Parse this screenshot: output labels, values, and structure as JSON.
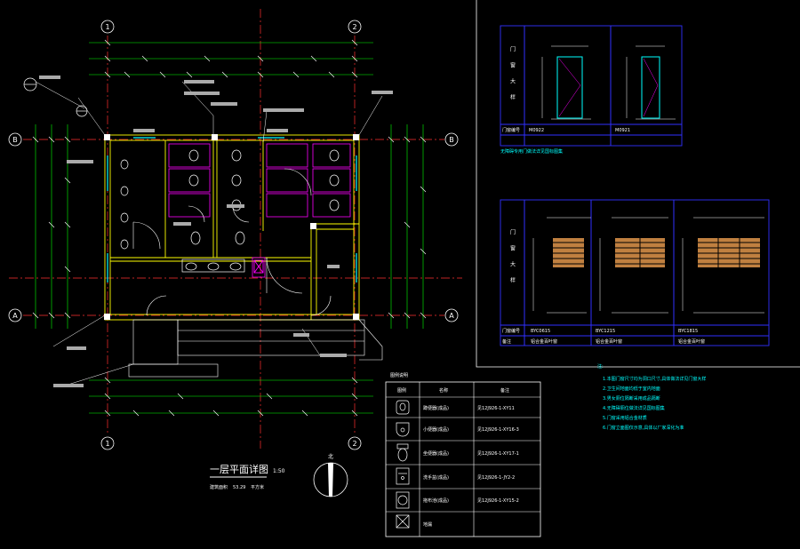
{
  "colors": {
    "background": "#000000",
    "wall": "#ffff00",
    "axis": "#ff3030",
    "dimension": "#00ff00",
    "fixture": "#ff00ff",
    "detail": "#ffffff",
    "glass": "#00ffff",
    "text": "#ffffff",
    "note": "#00ffff",
    "louver": "#c08040",
    "frame": "#3030ff"
  },
  "plan": {
    "axis_numbers": [
      "1",
      "2"
    ],
    "axis_letters": [
      "A",
      "B"
    ],
    "title": "一层平面详图",
    "scale": "1:50",
    "subtitle": "建筑面积",
    "area": "53.29",
    "area_unit": "平方米"
  },
  "door_schedule": {
    "heading": "门窗大样",
    "row_label": "门窗编号",
    "door_types": [
      "M0922",
      "M0921"
    ],
    "note": "无障碍专用门做法详见国标图集"
  },
  "window_schedule": {
    "heading": "门窗大样",
    "row_label": "门窗编号",
    "remark_label": "备注",
    "types": [
      "BYC0615",
      "BYC1215",
      "BYC1815"
    ],
    "remark": "铝合金百叶窗"
  },
  "legend": {
    "title": "图例说明",
    "headers": [
      "图例",
      "名称",
      "备注"
    ],
    "rows": [
      {
        "icon": "squat-toilet-icon",
        "name": "蹲便器(成品)",
        "note": "见12J926-1-XY11"
      },
      {
        "icon": "urinal-icon",
        "name": "小便器(成品)",
        "note": "见12J926-1-XY16-3"
      },
      {
        "icon": "sitting-toilet-icon",
        "name": "坐便器(成品)",
        "note": "见12J926-1-XY17-1"
      },
      {
        "icon": "washbasin-icon",
        "name": "洗手盆(成品)",
        "note": "见12J926-1-JY2-2"
      },
      {
        "icon": "mop-sink-icon",
        "name": "拖布池(成品)",
        "note": "见12J926-1-XY15-2"
      },
      {
        "icon": "floor-drain-icon",
        "name": "地漏",
        "note": ""
      }
    ]
  },
  "notes": {
    "heading": "注:",
    "lines": [
      "1.本图门窗尺寸均为洞口尺寸,具体做法详见门窗大样",
      "2.卫生间地面均低于室内地面",
      "3.男女厕位隔断采用成品隔断",
      "4.无障碍厕位做法详见国标图集",
      "5.门窗采用铝合金材质",
      "6.门窗立面图仅示意,具体以厂家深化为准"
    ]
  },
  "north": {
    "label": "北"
  }
}
